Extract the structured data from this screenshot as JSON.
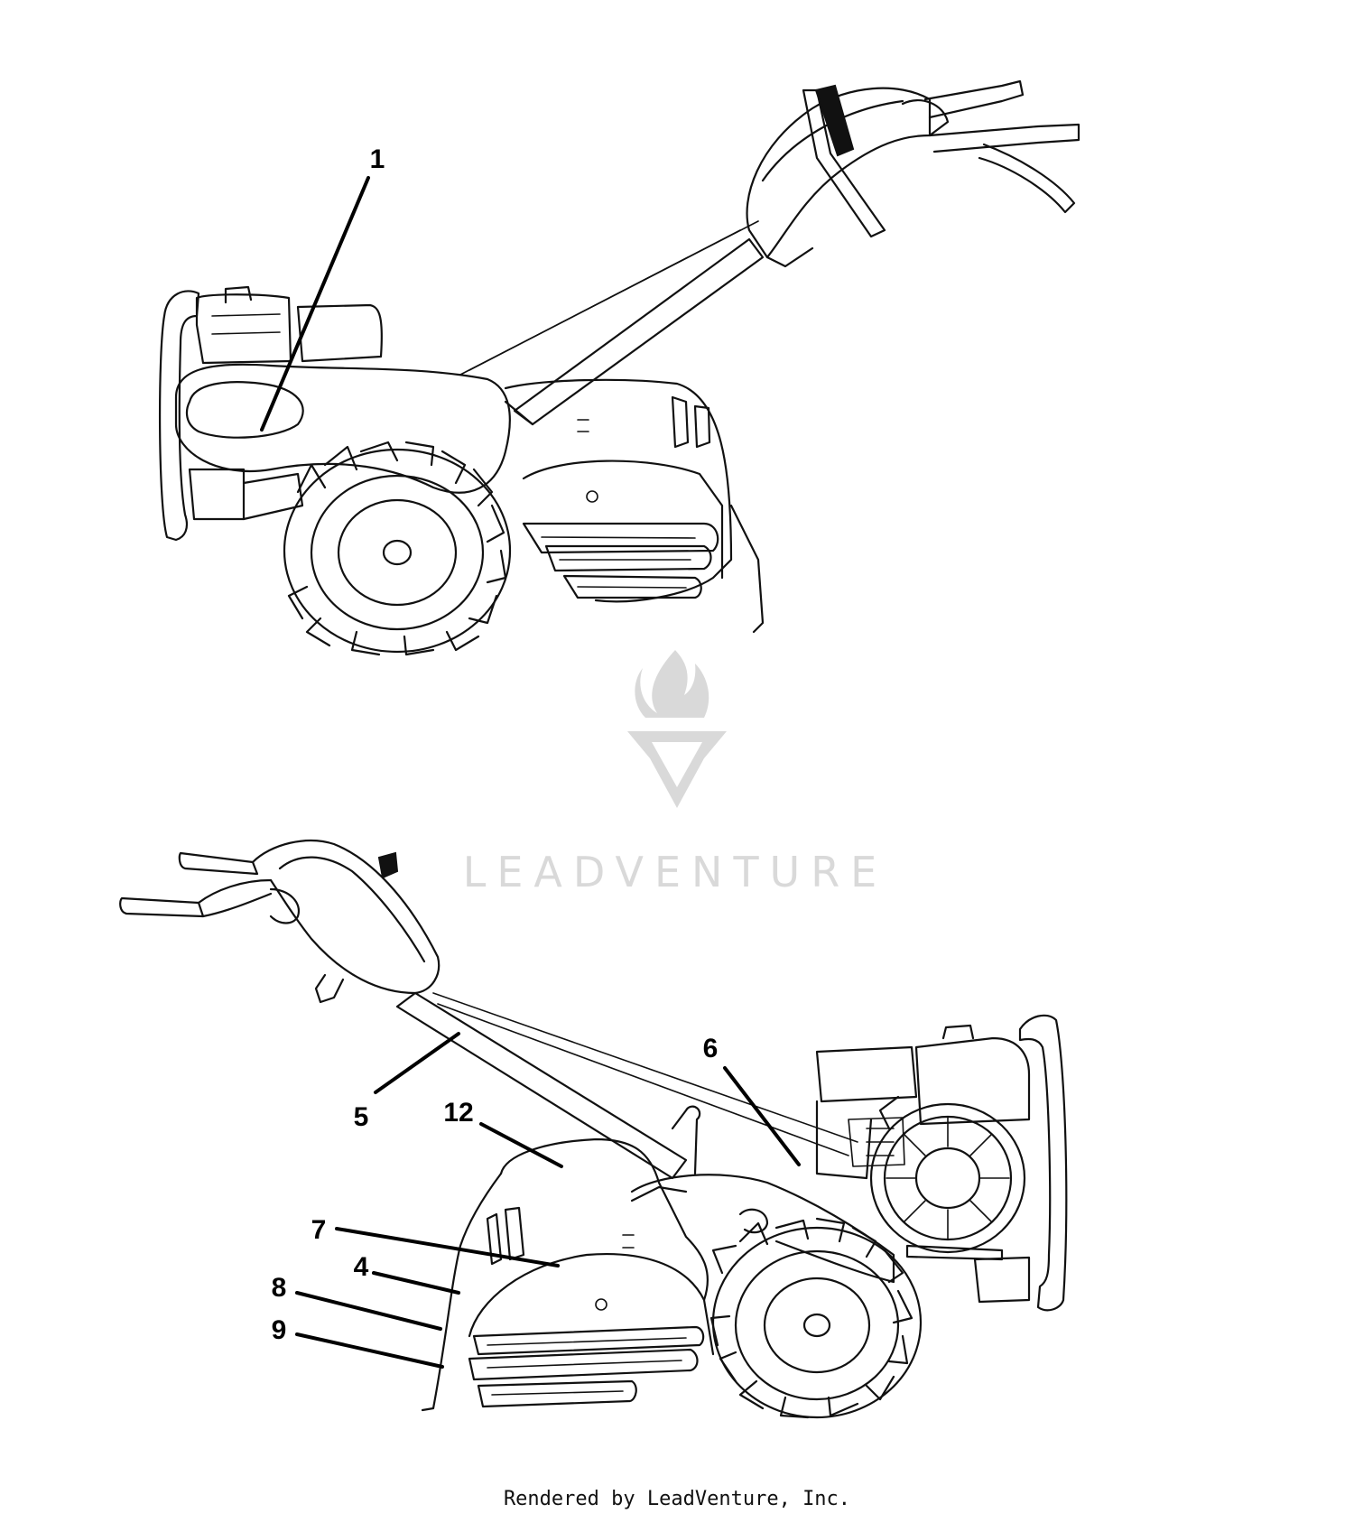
{
  "watermark": {
    "brand": "LEADVENTURE",
    "logo_icon": "flame-v-logo-icon"
  },
  "footer": {
    "text": "Rendered by LeadVenture, Inc."
  },
  "figures": [
    {
      "view": "left-side",
      "callouts": [
        {
          "label": "1"
        }
      ]
    },
    {
      "view": "right-side",
      "callouts": [
        {
          "label": "5"
        },
        {
          "label": "6"
        },
        {
          "label": "12"
        },
        {
          "label": "7"
        },
        {
          "label": "4"
        },
        {
          "label": "8"
        },
        {
          "label": "9"
        }
      ]
    }
  ]
}
